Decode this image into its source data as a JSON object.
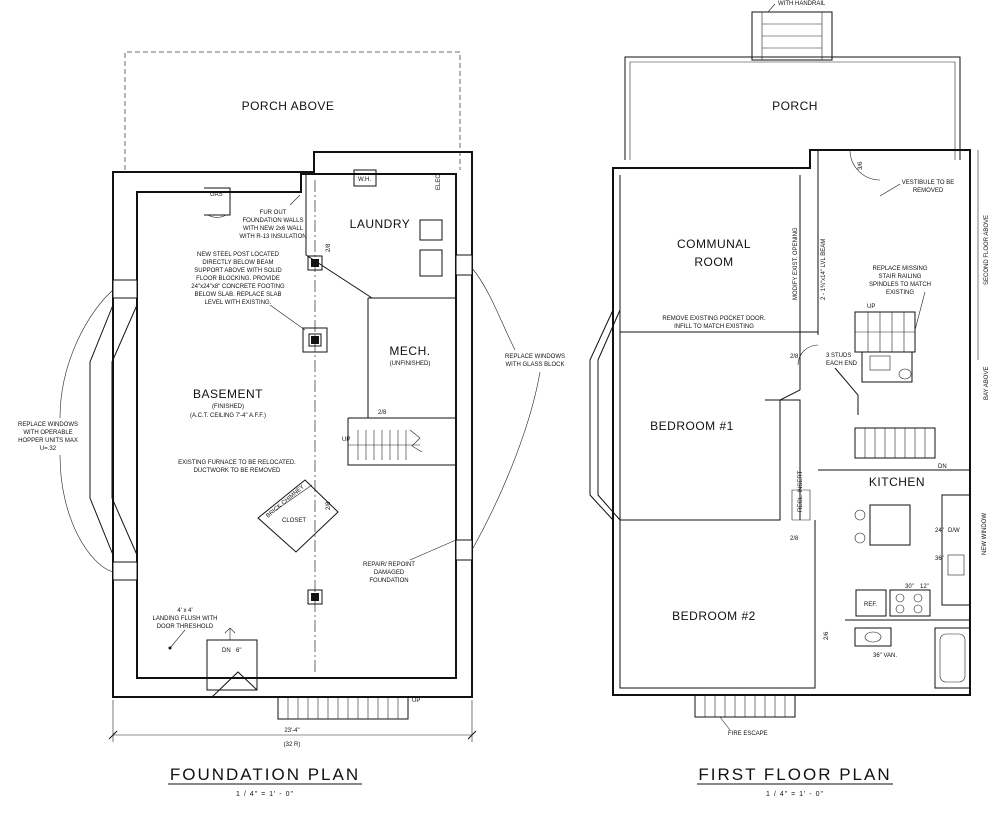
{
  "top_note": "WITH HANDRAIL",
  "foundation": {
    "porch_above": "PORCH ABOVE",
    "gas": "GAS",
    "wh": "W.H.",
    "elec": "ELEC.",
    "laundry": "LAUNDRY",
    "mech": "MECH.",
    "mech_sub": "(UNFINISHED)",
    "basement": "BASEMENT",
    "basement_sub1": "(FINISHED)",
    "basement_sub2": "(A.C.T. CEILING 7'-4\" A.F.F.)",
    "furout": [
      "FUR OUT",
      "FOUNDATION WALLS",
      "WITH NEW 2x6 WALL",
      "WITH R-13 INSULATION"
    ],
    "steelpost": [
      "NEW STEEL POST LOCATED",
      "DIRECTLY BELOW BEAM",
      "SUPPORT ABOVE WITH SOLID",
      "FLOOR BLOCKING. PROVIDE",
      "24\"x24\"x8\" CONCRETE FOOTING",
      "BELOW SLAB. REPLACE SLAB",
      "LEVEL WITH EXISTING."
    ],
    "furnace": [
      "EXISTING FURNACE TO BE RELOCATED.",
      "DUCTWORK TO BE REMOVED"
    ],
    "brick_chimney": "BRICK CHIMNEY",
    "closet": "CLOSET",
    "replace_left": [
      "REPLACE WINDOWS",
      "WITH OPERABLE",
      "HOPPER UNITS MAX",
      "U=.32"
    ],
    "replace_right": [
      "REPLACE WINDOWS",
      "WITH GLASS BLOCK"
    ],
    "repair": [
      "REPAIR/ REPOINT",
      "DAMAGED",
      "FOUNDATION"
    ],
    "landing": [
      "4' x 4'",
      "LANDING FLUSH WITH",
      "DOOR THRESHOLD"
    ],
    "dn": "DN",
    "dn6": "6\"",
    "up": "UP",
    "d28a": "2/8",
    "d28b": "2/8",
    "d28c": "2/8",
    "dim": "23'-4\"",
    "dim_sub": "(32 R)",
    "title": "FOUNDATION PLAN",
    "scale": "1 / 4\" = 1' - 0\""
  },
  "first": {
    "porch": "PORCH",
    "communal": [
      "COMMUNAL",
      "ROOM"
    ],
    "modify": "MODIFY EXIST. OPENING",
    "lvl": "2 - 1¾\"x14\" LVL BEAM",
    "pocket": [
      "REMOVE EXISTING POCKET DOOR.",
      "INFILL TO MATCH EXISTING"
    ],
    "studs": [
      "3 STUDS",
      "EACH END"
    ],
    "d36": "3/6",
    "vestibule": [
      "VESTIBULE TO BE",
      "REMOVED"
    ],
    "railing": [
      "REPLACE MISSING",
      "STAIR RAILING",
      "SPINDLES TO MATCH",
      "EXISTING"
    ],
    "second_floor_above": "SECOND FLOOR ABOVE",
    "bay_above": "BAY ABOVE",
    "bedroom1": "BEDROOM #1",
    "bedroom2": "BEDROOM #2",
    "kitchen": "KITCHEN",
    "d28a": "2/8",
    "d28b": "2/8",
    "d26": "2/6",
    "up": "UP",
    "dn": "DN",
    "dw": "D/W",
    "d24": "24\"",
    "d36k": "36\"",
    "d30": "30\"",
    "d12": "12\"",
    "ref": "REF.",
    "van": "36\" VAN.",
    "new_window": "NEW WINDOW",
    "recl": "RECL. INSERT",
    "fire_escape": "FIRE ESCAPE",
    "title": "FIRST FLOOR PLAN",
    "scale": "1 / 4\" = 1' - 0\""
  }
}
